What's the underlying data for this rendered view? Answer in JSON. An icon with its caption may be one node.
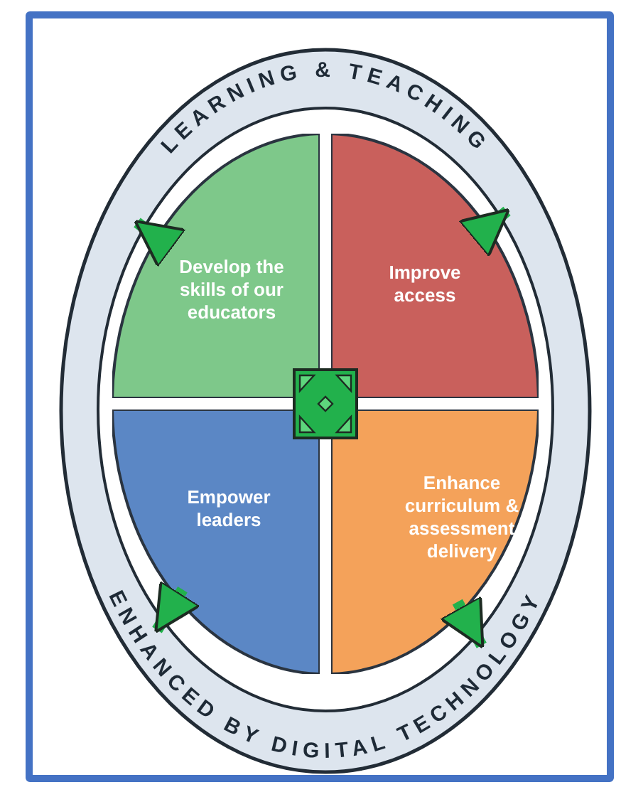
{
  "diagram": {
    "nodes": [
      {
        "text": [
          "LEARNING & TEACHING",
          "ENHANCED BY DIGITAL TECHNOLOGY"
        ]
      },
      {
        "text": [
          "Develop the skills of our educators"
        ],
        "in": 0
      },
      {
        "text": [
          "Improve access"
        ],
        "in": 0
      },
      {
        "text": [
          "Empower leaders"
        ],
        "in": 0
      },
      {
        "text": [
          "Enhance curriculum & assessment delivery"
        ],
        "in": 0
      }
    ],
    "edges": [
      {
        "from": 1,
        "to": 0,
        "arrow": "to"
      },
      {
        "from": 2,
        "to": 0,
        "arrow": "to"
      },
      {
        "from": 3,
        "to": 0,
        "arrow": "to"
      },
      {
        "from": 4,
        "to": 0,
        "arrow": "to"
      }
    ]
  }
}
